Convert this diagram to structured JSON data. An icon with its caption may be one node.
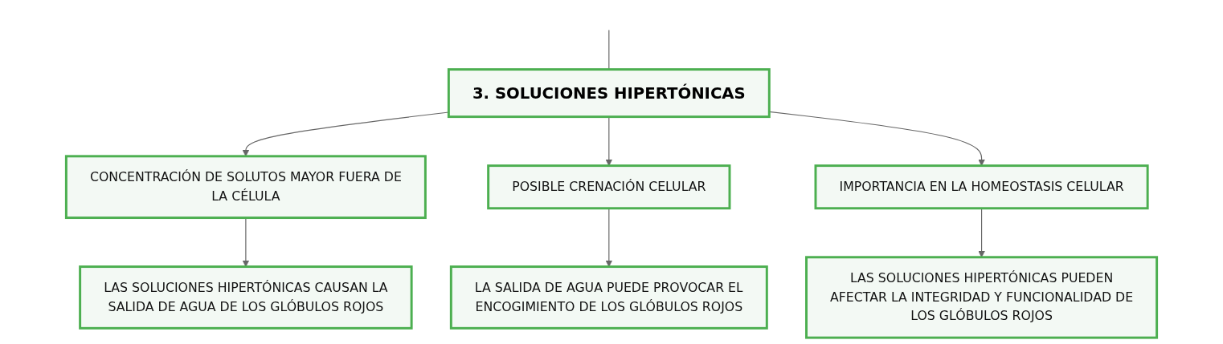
{
  "diagram": {
    "nodes": [
      {
        "text": [
          "3. SOLUCIONES HIPERTÓNICAS"
        ]
      },
      {
        "text": [
          "CONCENTRACIÓN DE SOLUTOS MAYOR FUERA DE LA CÉLULA"
        ]
      },
      {
        "text": [
          "POSIBLE CRENACIÓN CELULAR"
        ]
      },
      {
        "text": [
          "IMPORTANCIA EN LA HOMEOSTASIS CELULAR"
        ]
      },
      {
        "text": [
          "LAS SOLUCIONES HIPERTÓNICAS CAUSAN LA SALIDA DE AGUA DE LOS GLÓBULOS ROJOS"
        ]
      },
      {
        "text": [
          "LA SALIDA DE AGUA PUEDE PROVOCAR EL ENCOGIMIENTO DE LOS GLÓBULOS ROJOS"
        ]
      },
      {
        "text": [
          "LAS SOLUCIONES HIPERTÓNICAS PUEDEN AFECTAR LA INTEGRIDAD Y FUNCIONALIDAD DE LOS GLÓBULOS ROJOS"
        ]
      }
    ],
    "edges": [
      {
        "from": null,
        "to": 0,
        "arrow": "none"
      },
      {
        "from": 0,
        "to": 1,
        "arrow": "to"
      },
      {
        "from": 0,
        "to": 2,
        "arrow": "to"
      },
      {
        "from": 0,
        "to": 3,
        "arrow": "to"
      },
      {
        "from": 1,
        "to": 4,
        "arrow": "to"
      },
      {
        "from": 2,
        "to": 5,
        "arrow": "to"
      },
      {
        "from": 3,
        "to": 6,
        "arrow": "to"
      }
    ]
  }
}
